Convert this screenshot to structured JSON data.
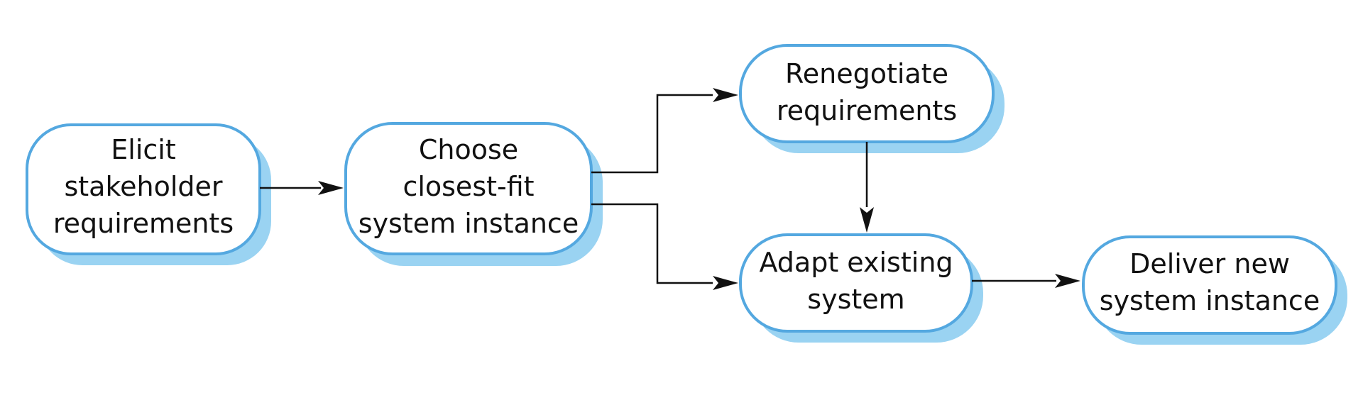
{
  "diagram": {
    "type": "flowchart",
    "nodes": [
      {
        "id": "elicit",
        "lines": [
          "Elicit",
          "stakeholder",
          "requirements"
        ]
      },
      {
        "id": "choose",
        "lines": [
          "Choose",
          "closest-fit",
          "system instance"
        ]
      },
      {
        "id": "renegotiate",
        "lines": [
          "Renegotiate",
          "requirements"
        ]
      },
      {
        "id": "adapt",
        "lines": [
          "Adapt existing",
          "system"
        ]
      },
      {
        "id": "deliver",
        "lines": [
          "Deliver new",
          "system instance"
        ]
      }
    ],
    "edges": [
      {
        "from": "elicit",
        "to": "choose"
      },
      {
        "from": "choose",
        "to": "renegotiate"
      },
      {
        "from": "choose",
        "to": "adapt"
      },
      {
        "from": "renegotiate",
        "to": "adapt"
      },
      {
        "from": "adapt",
        "to": "deliver"
      }
    ],
    "colors": {
      "node_border": "#54a8e0",
      "node_shadow": "#9ad3f2",
      "node_fill": "#ffffff",
      "arrow": "#111111"
    }
  }
}
